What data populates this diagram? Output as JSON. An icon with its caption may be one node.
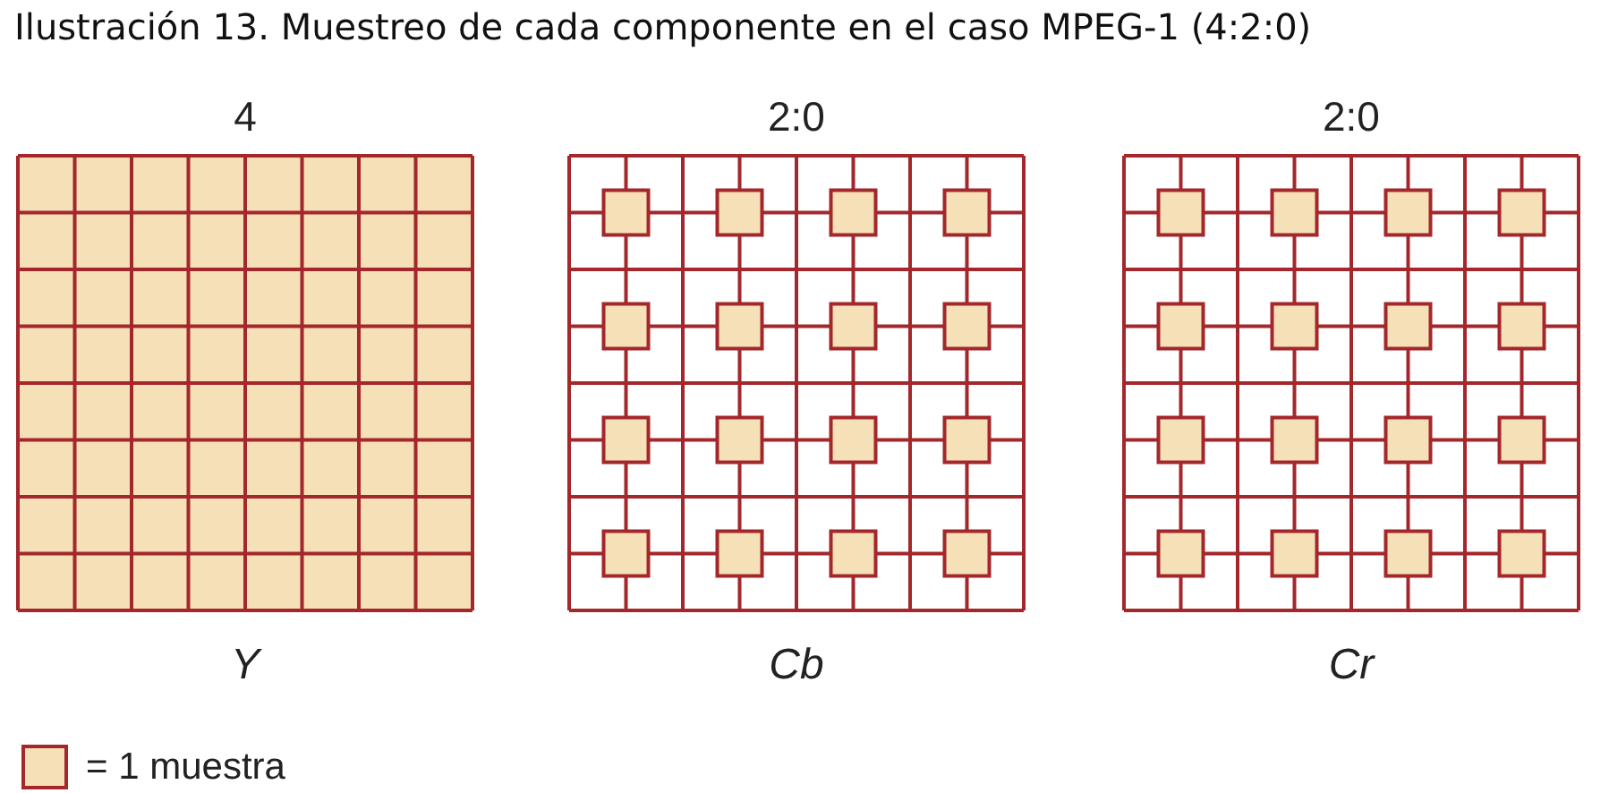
{
  "diagram": {
    "title": "Ilustración 13. Muestreo de cada componente en el caso MPEG-1 (4:2:0)",
    "nodes": [
      {
        "text": [
          "4",
          "Y"
        ]
      },
      {
        "text": [
          "2:0",
          "Cb"
        ]
      },
      {
        "text": [
          "2:0",
          "Cr"
        ]
      }
    ],
    "legend": [
      {
        "text": "= 1 muestra",
        "color": "#f5e0b8"
      }
    ]
  }
}
